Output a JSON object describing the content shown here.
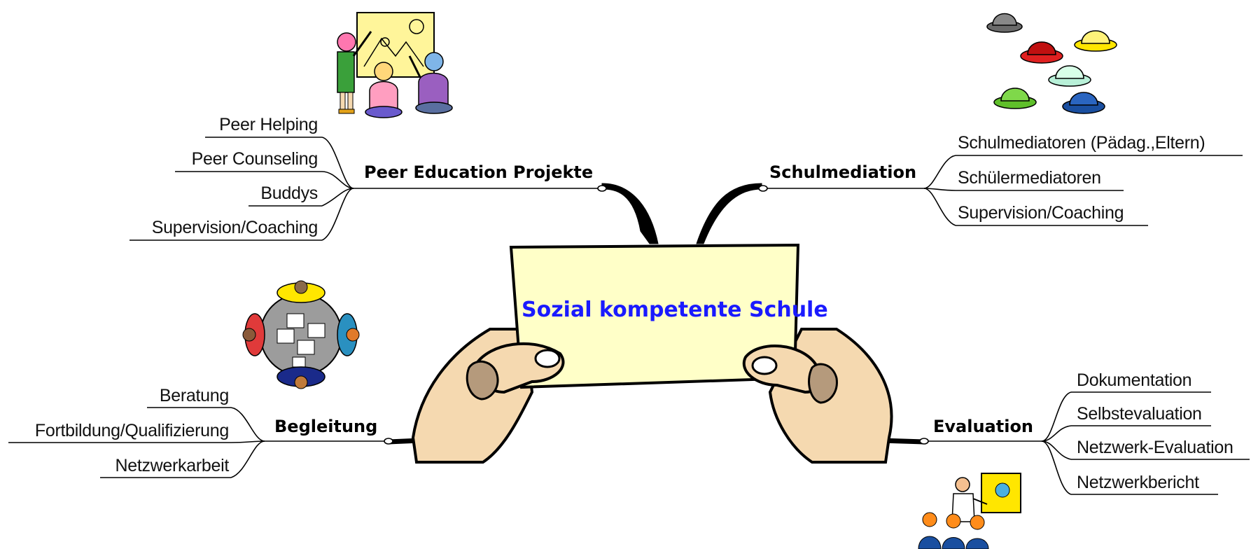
{
  "center": {
    "title": "Sozial kompetente Schule"
  },
  "branches": {
    "peer": {
      "title": "Peer Education Projekte",
      "items": [
        "Peer Helping",
        "Peer Counseling",
        "Buddys",
        "Supervision/Coaching"
      ]
    },
    "mediation": {
      "title": "Schulmediation",
      "items": [
        "Schulmediatoren (Pädag.,Eltern)",
        "Schülermediatoren",
        "Supervision/Coaching"
      ]
    },
    "begleitung": {
      "title": "Begleitung",
      "items": [
        "Beratung",
        "Fortbildung/Qualifizierung",
        "Netzwerkarbeit"
      ]
    },
    "evaluation": {
      "title": "Evaluation",
      "items": [
        "Dokumentation",
        "Selbstevaluation",
        "Netzwerk-Evaluation",
        "Netzwerkbericht"
      ]
    }
  },
  "colors": {
    "center_title": "#1a1aff",
    "card": "#ffffc8",
    "hands": "#f5d9b0",
    "lines": "#000000"
  },
  "icons": [
    "children-drawing-icon",
    "six-hats-icon",
    "round-table-meeting-icon",
    "presentation-audience-icon",
    "hands-holding-card-icon"
  ]
}
